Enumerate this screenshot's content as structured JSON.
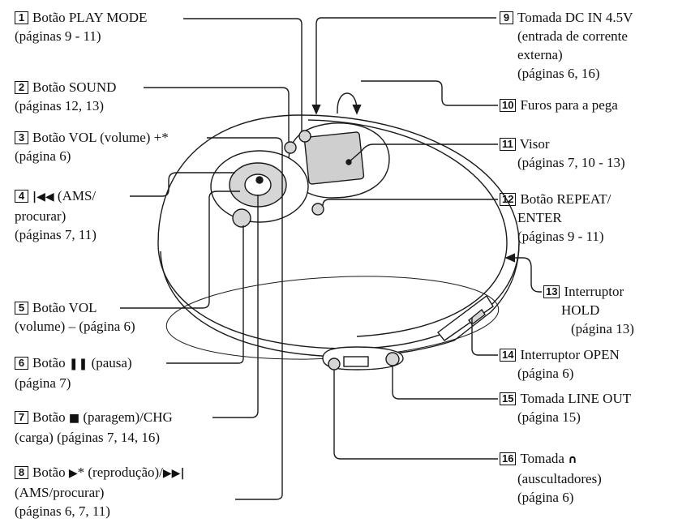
{
  "colors": {
    "line": "#1a1a1a",
    "button_fill": "#d6d6d6",
    "body_fill": "#ffffff"
  },
  "labels": [
    {
      "num": "1",
      "lines": [
        "Botão PLAY MODE",
        "(páginas 9 - 11)"
      ]
    },
    {
      "num": "2",
      "lines": [
        "Botão SOUND",
        "(páginas 12, 13)"
      ]
    },
    {
      "num": "3",
      "lines": [
        "Botão VOL (volume) +*",
        "(página 6)"
      ]
    },
    {
      "num": "4",
      "icon": "previous-track-icon",
      "lines": [
        "(AMS/",
        "procurar)",
        "(páginas 7, 11)"
      ]
    },
    {
      "num": "5",
      "lines": [
        "Botão VOL",
        "(volume) – (página 6)"
      ]
    },
    {
      "num": "6",
      "prefix": "Botão",
      "icon": "pause-icon",
      "suffix": "(pausa)",
      "lines": [
        "(página 7)"
      ]
    },
    {
      "num": "7",
      "prefix": "Botão",
      "icon": "stop-icon",
      "suffix": "(paragem)/CHG",
      "lines": [
        "(carga) (páginas 7, 14, 16)"
      ]
    },
    {
      "num": "8",
      "prefix": "Botão",
      "icon": "play-icon",
      "suffix": "* (reprodução)/",
      "icon2": "next-track-icon",
      "lines": [
        "(AMS/procurar)",
        "(páginas 6, 7, 11)"
      ]
    },
    {
      "num": "9",
      "lines": [
        "Tomada DC IN 4.5V",
        "(entrada de corrente",
        "externa)",
        "(páginas 6, 16)"
      ]
    },
    {
      "num": "10",
      "lines": [
        "Furos para a pega"
      ]
    },
    {
      "num": "11",
      "lines": [
        "Visor",
        "(páginas 7, 10 - 13)"
      ]
    },
    {
      "num": "12",
      "lines": [
        "Botão REPEAT/",
        "ENTER",
        "(páginas 9 - 11)"
      ]
    },
    {
      "num": "13",
      "lines": [
        "Interruptor",
        "HOLD",
        "(página 13)"
      ]
    },
    {
      "num": "14",
      "lines": [
        "Interruptor OPEN",
        "(página 6)"
      ]
    },
    {
      "num": "15",
      "lines": [
        "Tomada LINE OUT",
        "(página 15)"
      ]
    },
    {
      "num": "16",
      "prefix": "Tomada",
      "icon": "headphones-icon",
      "lines": [
        "(auscultadores)",
        "(página 6)"
      ]
    }
  ]
}
